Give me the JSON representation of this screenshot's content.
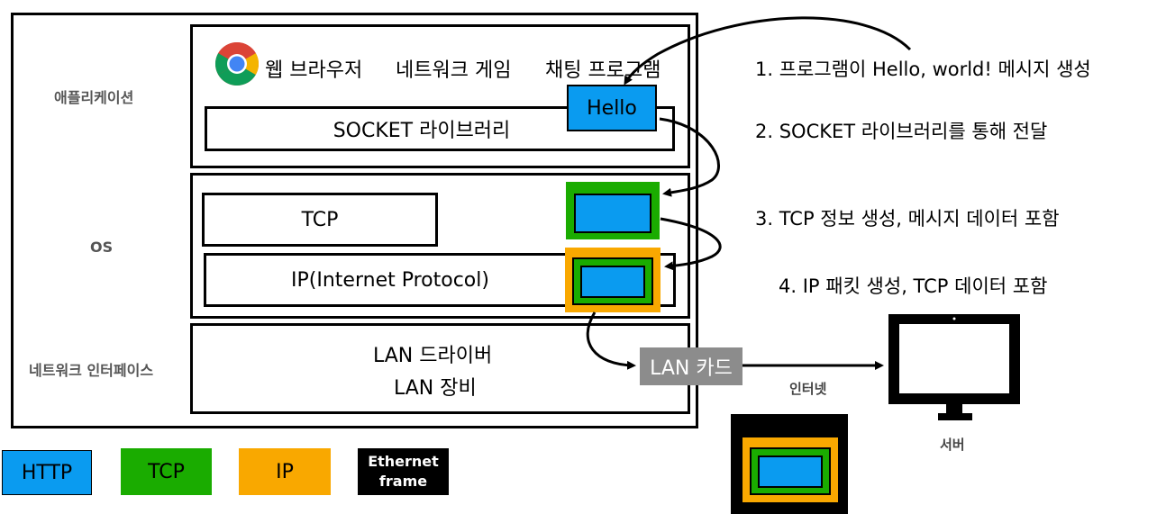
{
  "layers": {
    "application": "애플리케이션",
    "os": "OS",
    "network_interface": "네트워크 인터페이스"
  },
  "apps": {
    "browser": "웹 브라우저",
    "game": "네트워크 게임",
    "chat": "채팅 프로그램"
  },
  "boxes": {
    "socket": "SOCKET 라이브러리",
    "tcp": "TCP",
    "ip": "IP(Internet Protocol)",
    "lan_driver": "LAN 드라이버",
    "lan_device": "LAN 장비",
    "lan_card": "LAN 카드"
  },
  "message": "Hello",
  "steps": [
    "1. 프로그램이 Hello, world! 메시지 생성",
    "2. SOCKET 라이브러리를 통해 전달",
    "3. TCP 정보 생성, 메시지 데이터 포함",
    "4. IP 패킷 생성, TCP 데이터 포함"
  ],
  "internet": "인터넷",
  "server": "서버",
  "legend": [
    "HTTP",
    "TCP",
    "IP",
    "Ethernet frame"
  ],
  "colors": {
    "http": "#0a9bf0",
    "tcp": "#1aac00",
    "ip": "#f9a800",
    "ethernet": "#000000",
    "lan_card": "#8c8c8c"
  },
  "icons": [
    "chrome-icon",
    "monitor-icon"
  ]
}
